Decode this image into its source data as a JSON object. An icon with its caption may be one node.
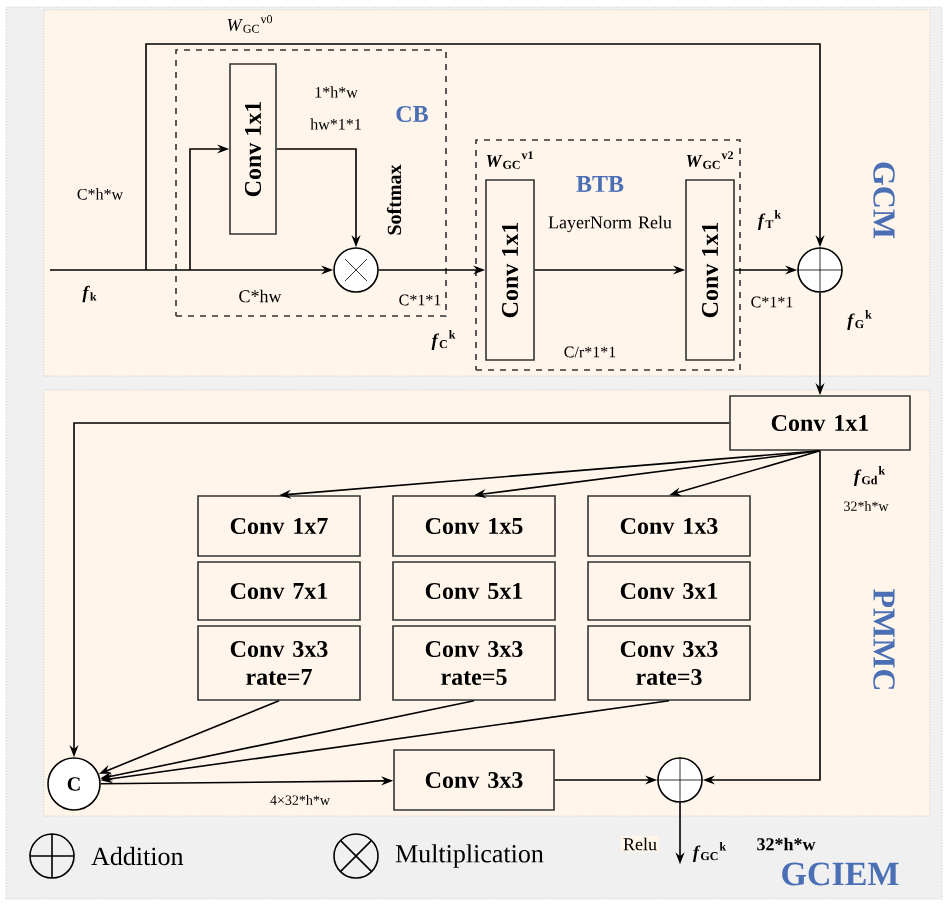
{
  "diagram": {
    "nodes": [
      {
        "text": [
          "GCIEM"
        ]
      },
      {
        "text": [
          "GCM"
        ],
        "in": 0
      },
      {
        "text": [
          "CB"
        ],
        "in": 1
      },
      {
        "text": [
          "Conv 1x1"
        ],
        "in": 2
      },
      {
        "text": [],
        "shape": "circle",
        "in": 2
      },
      {
        "text": [
          "BTB"
        ],
        "in": 1
      },
      {
        "text": [
          "Conv 1x1"
        ],
        "in": 5,
        "beside": [
          "*W*$_{GC}$$^{v1}$"
        ]
      },
      {
        "text": [
          "Conv 1x1"
        ],
        "in": 5,
        "beside": [
          "*W*$_{GC}$$^{v2}$"
        ]
      },
      {
        "text": [],
        "shape": "circle",
        "in": 1
      },
      {
        "text": [
          "PMMC"
        ],
        "in": 0
      },
      {
        "text": [
          "Conv 1x1"
        ],
        "in": 9,
        "beside": [
          "*f*$_{Gd}$$^{k}$",
          "32*h*w"
        ]
      },
      {
        "text": [
          "Conv 1x7"
        ],
        "in": 9
      },
      {
        "text": [
          "Conv 1x5"
        ],
        "in": 9
      },
      {
        "text": [
          "Conv 1x3"
        ],
        "in": 9
      },
      {
        "text": [
          "Conv 7x1"
        ],
        "in": 9
      },
      {
        "text": [
          "Conv 5x1"
        ],
        "in": 9
      },
      {
        "text": [
          "Conv 3x1"
        ],
        "in": 9
      },
      {
        "text": [
          "Conv 3x3 rate=7"
        ],
        "in": 9
      },
      {
        "text": [
          "Conv 3x3 rate=5"
        ],
        "in": 9
      },
      {
        "text": [
          "Conv 3x3 rate=3"
        ],
        "in": 9
      },
      {
        "text": [
          "C"
        ],
        "in": 9
      },
      {
        "text": [
          "Conv 3x3"
        ],
        "in": 9
      },
      {
        "text": [],
        "shape": "circle",
        "in": 9
      },
      {
        "text": [
          "*f*$_{GC}$$^{k}$"
        ],
        "in": 0
      }
    ],
    "edges": [
      {
        "from": null,
        "to": 4,
        "arrow": "to",
        "label": "C*hw"
      },
      {
        "from": null,
        "to": 3,
        "arrow": "to"
      },
      {
        "from": null,
        "to": 8,
        "arrow": "to",
        "label": "*W*$_{GC}$$^{v0}$"
      },
      {
        "from": 3,
        "to": 4,
        "arrow": "to",
        "label": "Softmax"
      },
      {
        "from": 4,
        "to": 6,
        "arrow": "to"
      },
      {
        "from": 6,
        "to": 7,
        "arrow": "to",
        "label": "LayerNorm Relu"
      },
      {
        "from": 7,
        "to": 8,
        "arrow": "to"
      },
      {
        "from": 8,
        "to": 10,
        "arrow": "to"
      },
      {
        "from": 10,
        "to": 20,
        "arrow": "to"
      },
      {
        "from": 10,
        "to": 11,
        "arrow": "to"
      },
      {
        "from": 10,
        "to": 12,
        "arrow": "to"
      },
      {
        "from": 10,
        "to": 13,
        "arrow": "to"
      },
      {
        "from": 10,
        "to": 22,
        "arrow": "to"
      },
      {
        "from": 17,
        "to": 20,
        "arrow": "to"
      },
      {
        "from": 18,
        "to": 20,
        "arrow": "to"
      },
      {
        "from": 19,
        "to": 20,
        "arrow": "to"
      },
      {
        "from": 20,
        "to": 21,
        "arrow": "to",
        "label": "4×32*h*w"
      },
      {
        "from": 21,
        "to": 22,
        "arrow": "to"
      },
      {
        "from": 22,
        "to": 23,
        "arrow": "to",
        "label": "Relu"
      }
    ],
    "labels": [
      "*f*$_{k}$",
      "C*h*w",
      "1*h*w",
      "hw*1*1",
      "C*1*1",
      "*f*$_{C}$$^{k}$",
      "C/r*1*1",
      "*f*$_{T}$$^{k}$",
      "C*1*1",
      "*f*$_{G}$$^{k}$",
      "32*h*w"
    ],
    "legend": [
      {
        "text": "Addition"
      },
      {
        "text": "Multiplication"
      }
    ]
  }
}
